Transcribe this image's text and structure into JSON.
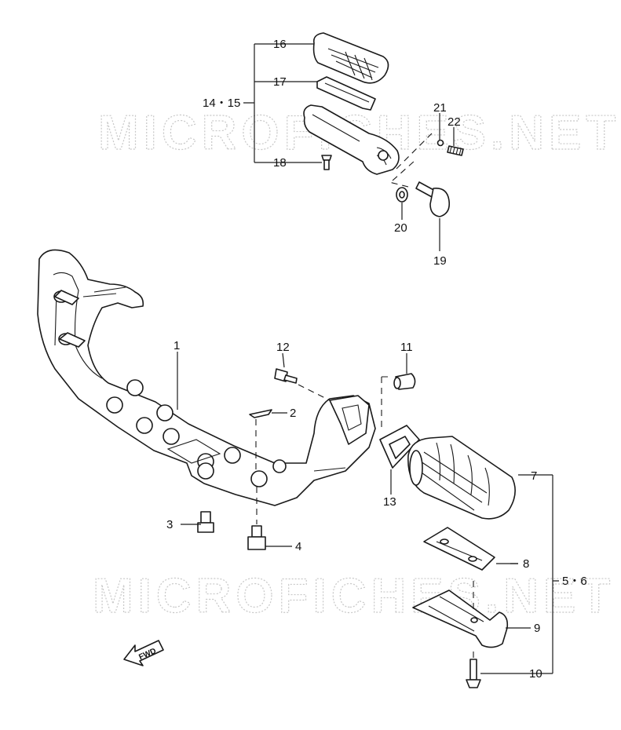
{
  "watermark": "MICROFICHES.NET",
  "fwd_label": "FWD",
  "callouts": {
    "p1": "1",
    "p2": "2",
    "p3": "3",
    "p4": "4",
    "p56": "5・6",
    "p7": "7",
    "p8": "8",
    "p9": "9",
    "p10": "10",
    "p11": "11",
    "p12": "12",
    "p13": "13",
    "p1415": "14・15",
    "p16": "16",
    "p17": "17",
    "p18": "18",
    "p19": "19",
    "p20": "20",
    "p21": "21",
    "p22": "22"
  }
}
